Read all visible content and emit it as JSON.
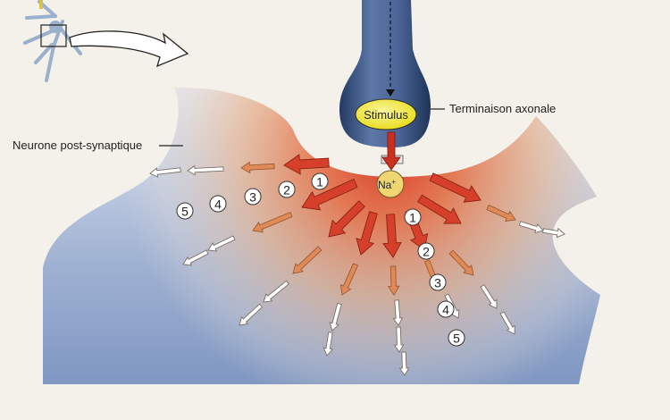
{
  "labels": {
    "stimulus": "Stimulus",
    "axon_terminal": "Terminaison axonale",
    "postsynaptic": "Neurone post-synaptique",
    "ion": "Na",
    "ion_charge": "+"
  },
  "wave_numbers": [
    "1",
    "2",
    "3",
    "4",
    "5"
  ],
  "colors": {
    "background": "#f4f1ea",
    "neuron_blue": "#8ea3c8",
    "terminal_dark": "#2c426d",
    "stimulus_yellow": "#f2ec3d",
    "ion_fill": "#f0d672",
    "arrow_strong": "#d6402a",
    "arrow_mid": "#e08b57",
    "arrow_weak": "#ffffff"
  }
}
